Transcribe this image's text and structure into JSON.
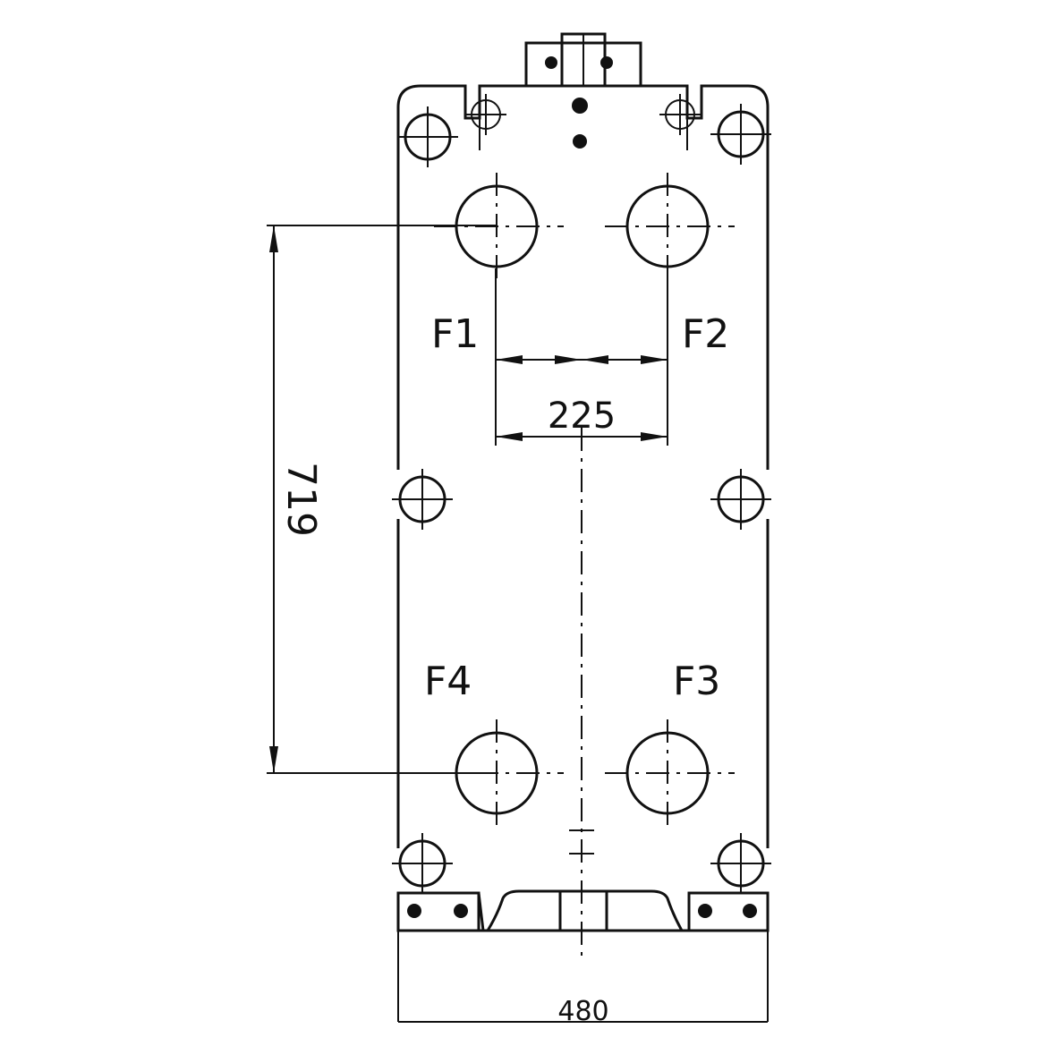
{
  "ports": [
    {
      "id": "F1",
      "label": "F1"
    },
    {
      "id": "F2",
      "label": "F2"
    },
    {
      "id": "F3",
      "label": "F3"
    },
    {
      "id": "F4",
      "label": "F4"
    }
  ],
  "dimensions": {
    "horizontal_port_spacing": "225",
    "vertical_port_spacing": "719",
    "plate_width": "480"
  }
}
